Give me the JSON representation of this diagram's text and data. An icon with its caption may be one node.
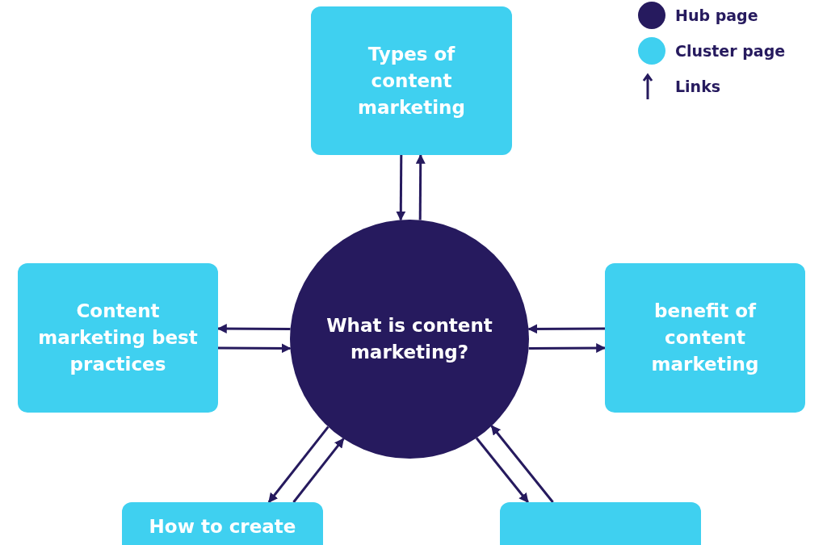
{
  "diagram": {
    "nodes": [
      {
        "text": [
          "Types of content marketing"
        ]
      },
      {
        "text": [
          "Content marketing best practices"
        ]
      },
      {
        "text": [
          "What is content marketing?"
        ]
      },
      {
        "text": [
          "benefit of content marketing"
        ]
      },
      {
        "text": [
          "How to create"
        ]
      },
      {
        "text": [],
        "shape": "box"
      }
    ],
    "edges": [
      {
        "from": 0,
        "to": 2,
        "arrow": "to"
      },
      {
        "from": 2,
        "to": 0,
        "arrow": "to"
      },
      {
        "from": 2,
        "to": 1,
        "arrow": "to"
      },
      {
        "from": 1,
        "to": 2,
        "arrow": "to"
      },
      {
        "from": 3,
        "to": 2,
        "arrow": "to"
      },
      {
        "from": 2,
        "to": 3,
        "arrow": "to"
      },
      {
        "from": 2,
        "to": 4,
        "arrow": "to"
      },
      {
        "from": 4,
        "to": 2,
        "arrow": "to"
      },
      {
        "from": 5,
        "to": 2,
        "arrow": "to"
      },
      {
        "from": 2,
        "to": 5,
        "arrow": "to"
      }
    ],
    "legend": [
      {
        "text": "Hub page",
        "color": "#261a5e"
      },
      {
        "text": "Cluster page",
        "color": "#3fd0f0"
      },
      {
        "text": "Links"
      }
    ]
  }
}
